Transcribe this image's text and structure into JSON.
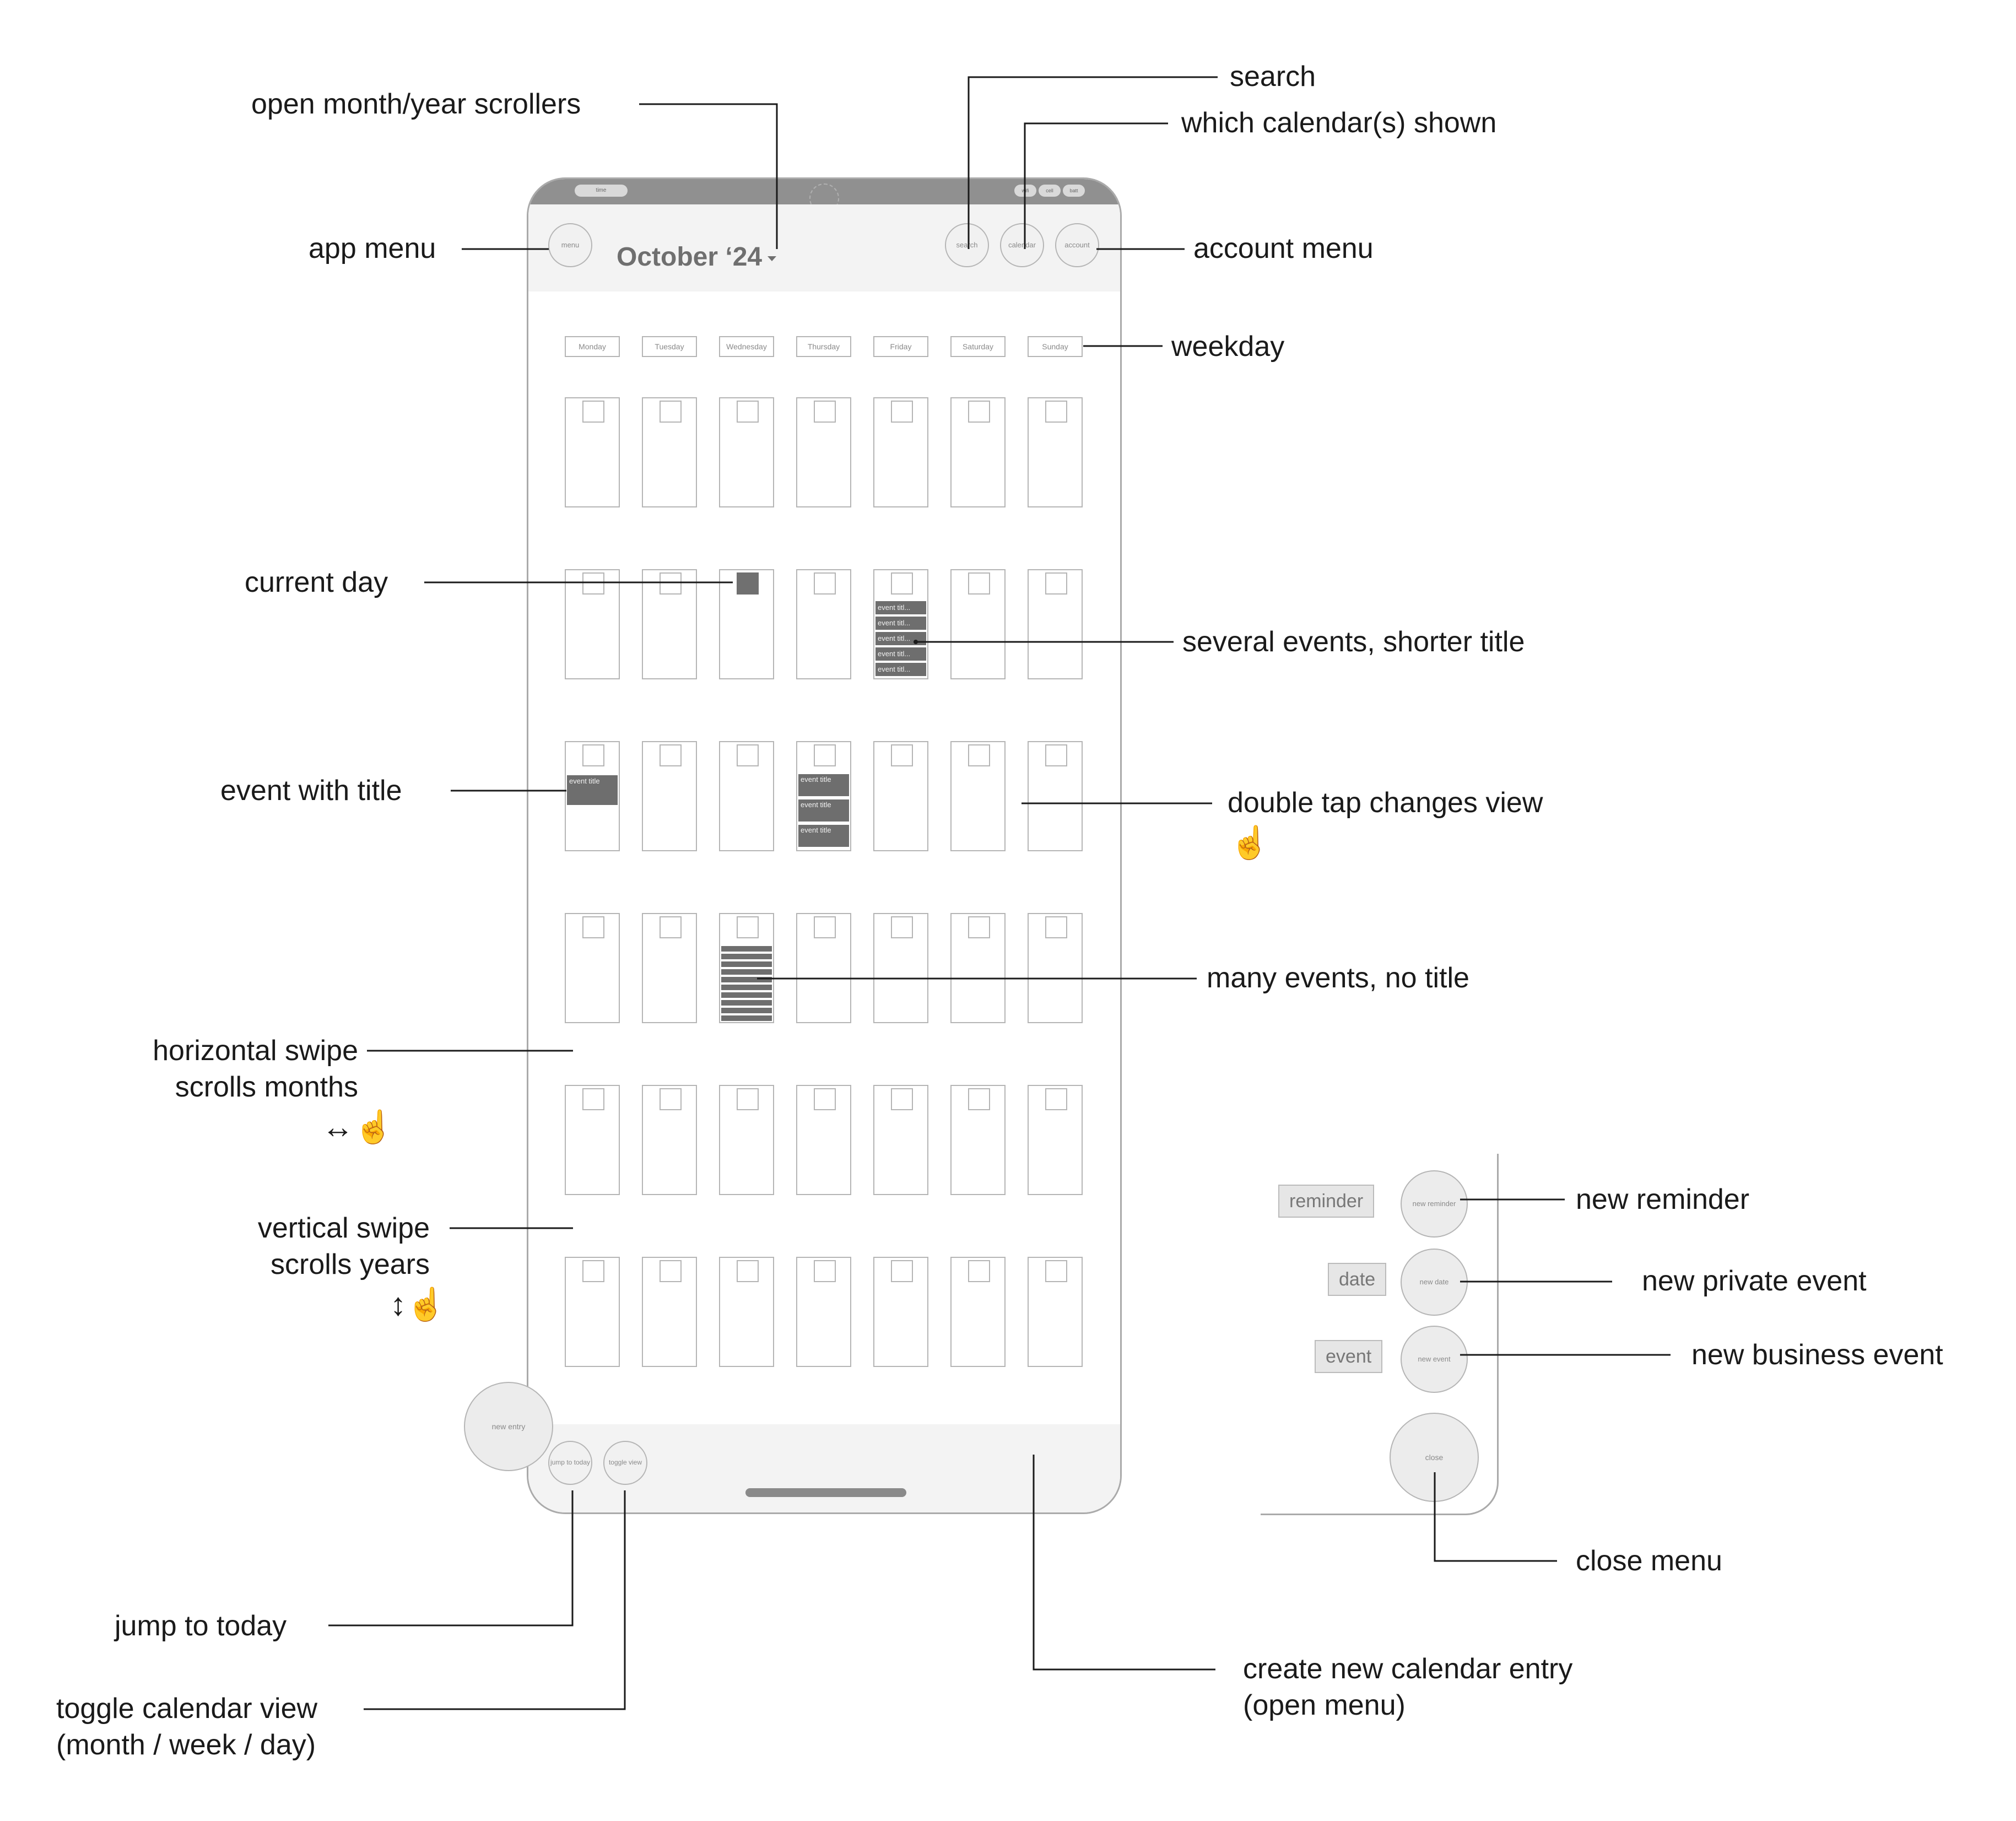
{
  "phone": {
    "status_bar": {
      "time": "time",
      "wifi": "wifi",
      "cell": "cell",
      "battery": "batt"
    },
    "app_bar": {
      "menu_button": "menu",
      "month_title": "October ‘24",
      "search_button": "search",
      "calendar_button": "calendar",
      "account_button": "account"
    },
    "weekdays": [
      "Monday",
      "Tuesday",
      "Wednesday",
      "Thursday",
      "Friday",
      "Saturday",
      "Sunday"
    ],
    "events": {
      "short_title": "event titl...",
      "title": "event title"
    },
    "bottom_bar": {
      "jump_today_button": "jump to today",
      "toggle_view_button": "toggle view",
      "new_entry_button": "new entry"
    }
  },
  "entry_menu": {
    "reminder_label": "reminder",
    "reminder_button": "new reminder",
    "date_label": "date",
    "date_button": "new date",
    "event_label": "event",
    "event_button": "new event",
    "close_button": "close"
  },
  "annotations": {
    "open_scrollers": "open month/year scrollers",
    "search": "search",
    "which_calendar": "which calendar(s) shown",
    "app_menu": "app menu",
    "account_menu": "account menu",
    "weekday": "weekday",
    "current_day": "current day",
    "several_events": "several events, shorter title",
    "event_with_title": "event with title",
    "double_tap": "double tap changes view",
    "many_events": "many events, no title",
    "horizontal_swipe_1": "horizontal swipe",
    "horizontal_swipe_2": "scrolls months",
    "vertical_swipe_1": "vertical swipe",
    "vertical_swipe_2": "scrolls years",
    "new_reminder": "new reminder",
    "new_private_event": "new private event",
    "new_business_event": "new business event",
    "close_menu": "close menu",
    "jump_to_today": "jump to today",
    "toggle_view_1": "toggle calendar view",
    "toggle_view_2": "(month / week / day)",
    "create_entry_1": "create new calendar entry",
    "create_entry_2": "(open menu)"
  },
  "icons": {
    "double_tap": "double-tap-hand-icon",
    "horizontal_swipe": "horizontal-swipe-hand-icon",
    "vertical_swipe": "vertical-swipe-hand-icon"
  }
}
